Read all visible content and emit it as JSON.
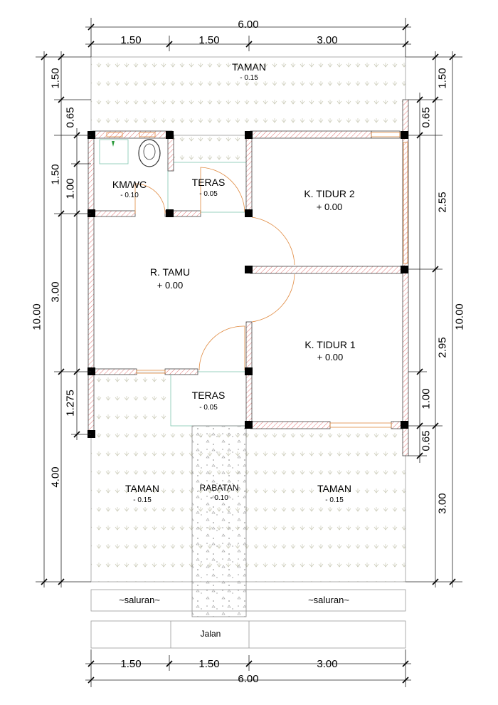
{
  "dims": {
    "top_total": "6.00",
    "top_1": "1.50",
    "top_2": "1.50",
    "top_3": "3.00",
    "bottom_1": "1.50",
    "bottom_2": "1.50",
    "bottom_3": "3.00",
    "bottom_total": "6.00",
    "left_total": "10.00",
    "left_1": "1.50",
    "left_2": "1.50",
    "left_3": "3.00",
    "left_4": "4.00",
    "left_in_1": "0.65",
    "left_in_2": "1.00",
    "left_in_3": "1.275",
    "right_total": "10.00",
    "right_1": "1.50",
    "right_2": "2.55",
    "right_3": "2.95",
    "right_4": "3.00",
    "right_in_1": "0.65",
    "right_in_2": "1.00",
    "right_in_3": "0.65"
  },
  "rooms": {
    "taman_top": {
      "name": "TAMAN",
      "level": "- 0.15"
    },
    "kmwc": {
      "name": "KM/WC",
      "level": "- 0.10"
    },
    "teras_top": {
      "name": "TERAS",
      "level": "- 0.05"
    },
    "tidur2": {
      "name": "K. TIDUR 2",
      "level": "+ 0.00"
    },
    "tamu": {
      "name": "R. TAMU",
      "level": "+ 0.00"
    },
    "tidur1": {
      "name": "K. TIDUR 1",
      "level": "+ 0.00"
    },
    "teras_bottom": {
      "name": "TERAS",
      "level": "- 0.05"
    },
    "taman_left": {
      "name": "TAMAN",
      "level": "- 0.15"
    },
    "rabatan": {
      "name": "RABATAN",
      "level": "- 0.10"
    },
    "taman_right": {
      "name": "TAMAN",
      "level": "- 0.15"
    }
  },
  "saluran_left": "~saluran~",
  "saluran_right": "~saluran~",
  "jalan": "Jalan"
}
